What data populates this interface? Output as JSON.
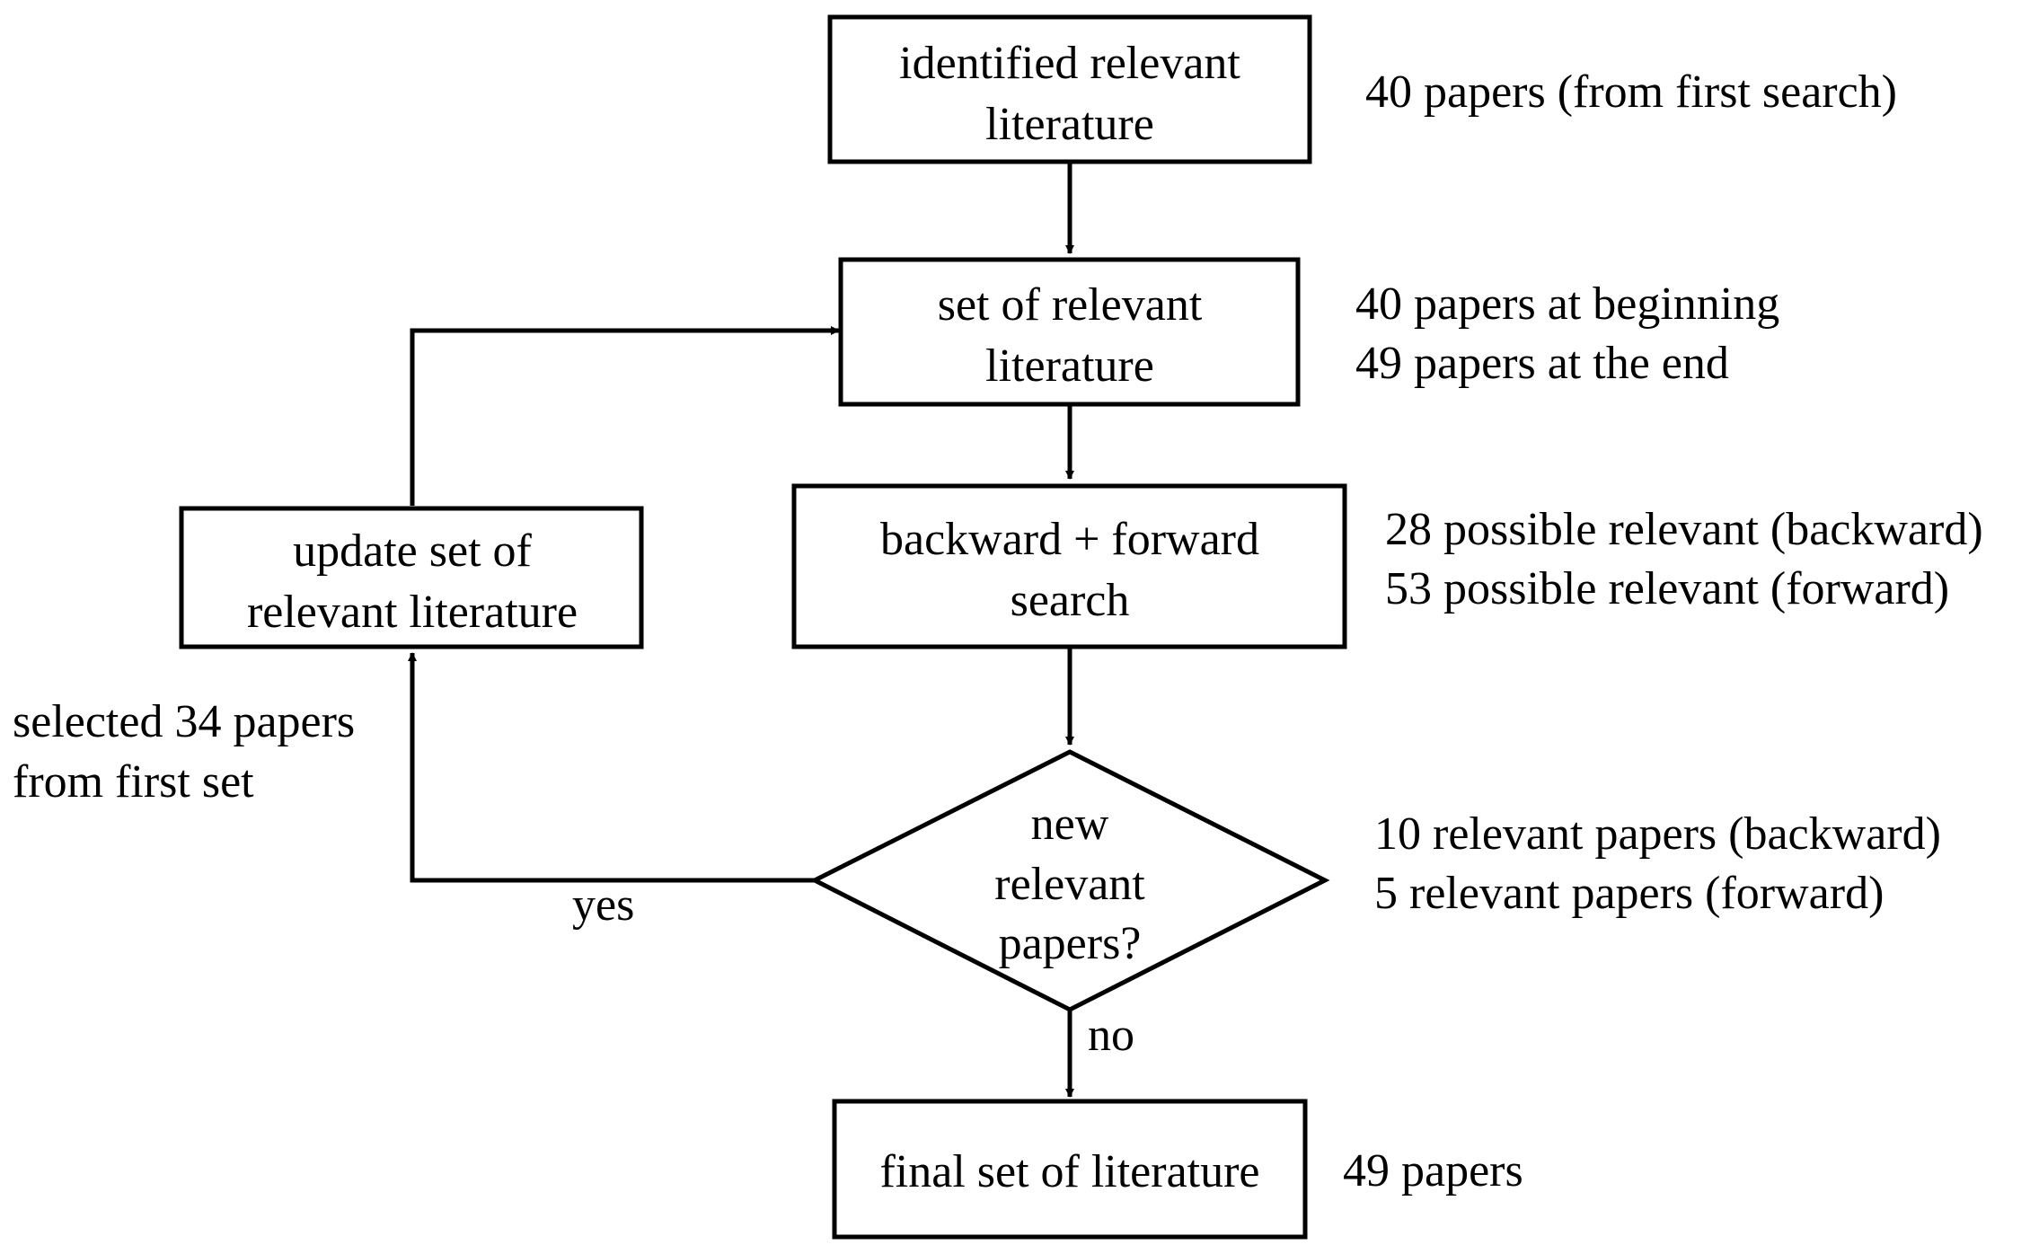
{
  "nodes": {
    "identified": {
      "line1": "identified relevant",
      "line2": "literature"
    },
    "set_relevant": {
      "line1": "set of relevant",
      "line2": "literature"
    },
    "search": {
      "line1": "backward + forward",
      "line2": "search"
    },
    "update": {
      "line1": "update set of",
      "line2": "relevant literature"
    },
    "decision": {
      "line1": "new",
      "line2": "relevant",
      "line3": "papers?"
    },
    "final": {
      "line1": "final set of literature"
    }
  },
  "annotations": {
    "identified": {
      "line1": "40 papers (from first search)"
    },
    "set_relevant": {
      "line1": "40 papers at beginning",
      "line2": "49 papers at the end"
    },
    "search": {
      "line1": "28 possible relevant (backward)",
      "line2": "53 possible relevant (forward)"
    },
    "decision": {
      "line1": "10 relevant papers (backward)",
      "line2": "5 relevant papers (forward)"
    },
    "update": {
      "line1": "selected 34 papers",
      "line2": "from first set"
    },
    "final": {
      "line1": "49 papers"
    }
  },
  "edge_labels": {
    "yes": "yes",
    "no": "no"
  }
}
